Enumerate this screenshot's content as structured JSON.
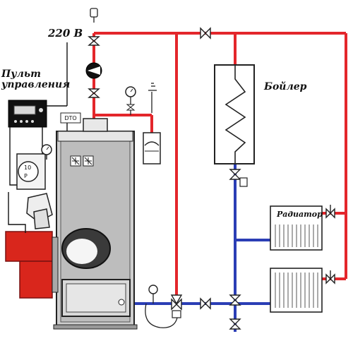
{
  "labels": {
    "voltage": "220 В",
    "control_panel_line1": "Пульт",
    "control_panel_line2": "управления",
    "boiler": "Бойлер",
    "radiator": "Радиатор",
    "sensor": "DTO"
  },
  "colors": {
    "hot_pipe": "#e3262b",
    "cold_pipe": "#2b3eb5",
    "burner": "#d9261c",
    "boiler_body": "#b3b3b3",
    "outline": "#222222"
  },
  "icons": [
    "circulation-pump-icon",
    "pressure-gauge-icon",
    "ball-valve-icon",
    "check-valve-icon",
    "air-vent-icon",
    "expansion-tank-icon",
    "three-way-valve-icon",
    "thermometer-icon"
  ]
}
